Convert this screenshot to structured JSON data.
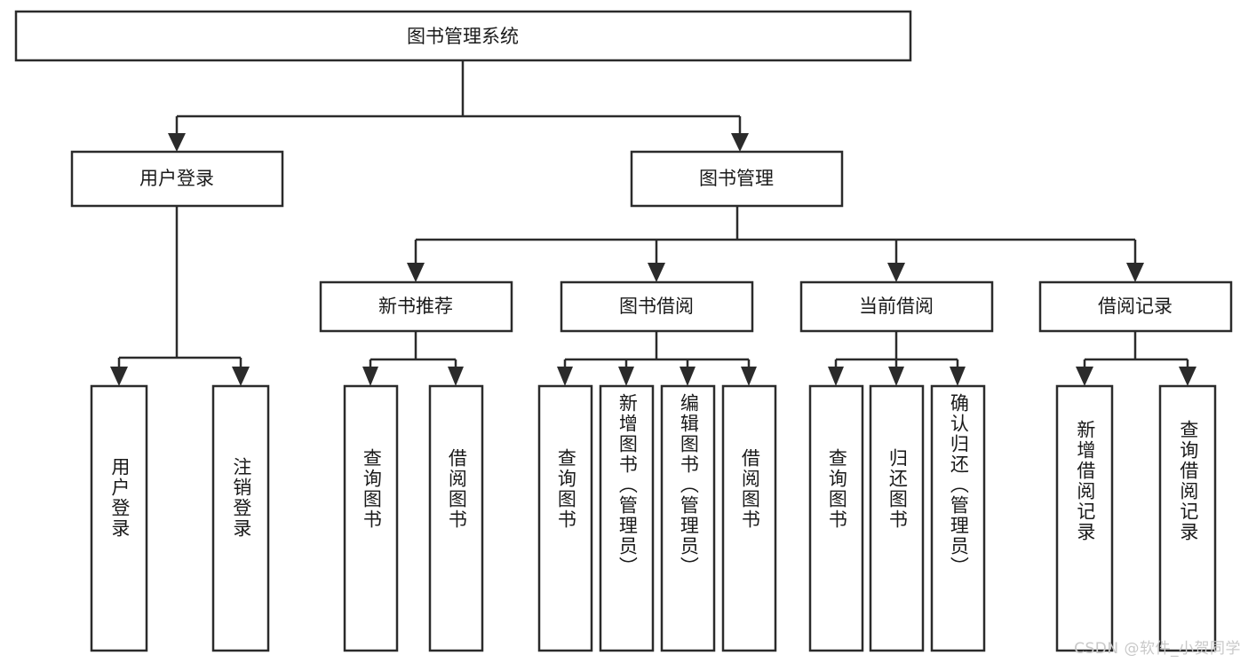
{
  "diagram": {
    "type": "tree",
    "title": "图书管理系统",
    "watermark": "CSDN @软件_小贺同学",
    "colors": {
      "box_stroke": "#2b2b2b",
      "box_fill": "#ffffff",
      "connector": "#2b2b2b",
      "text": "#1a1a1a",
      "watermark": "#c9c9c9",
      "background": "#ffffff"
    },
    "root": {
      "label": "图书管理系统"
    },
    "level2": [
      {
        "label": "用户登录"
      },
      {
        "label": "图书管理"
      }
    ],
    "level3": [
      {
        "label": "新书推荐"
      },
      {
        "label": "图书借阅"
      },
      {
        "label": "当前借阅"
      },
      {
        "label": "借阅记录"
      }
    ],
    "leaves": {
      "user_login": [
        {
          "label": "用户登录"
        },
        {
          "label": "注销登录"
        }
      ],
      "new_book_recommend": [
        {
          "label": "查询图书"
        },
        {
          "label": "借阅图书"
        }
      ],
      "book_borrow": [
        {
          "label": "查询图书"
        },
        {
          "label": "新增图书（管理员）"
        },
        {
          "label": "编辑图书（管理员）"
        },
        {
          "label": "借阅图书"
        }
      ],
      "current_borrow": [
        {
          "label": "查询图书"
        },
        {
          "label": "归还图书"
        },
        {
          "label": "确认归还（管理员）"
        }
      ],
      "borrow_records": [
        {
          "label": "新增借阅记录"
        },
        {
          "label": "查询借阅记录"
        }
      ]
    }
  }
}
